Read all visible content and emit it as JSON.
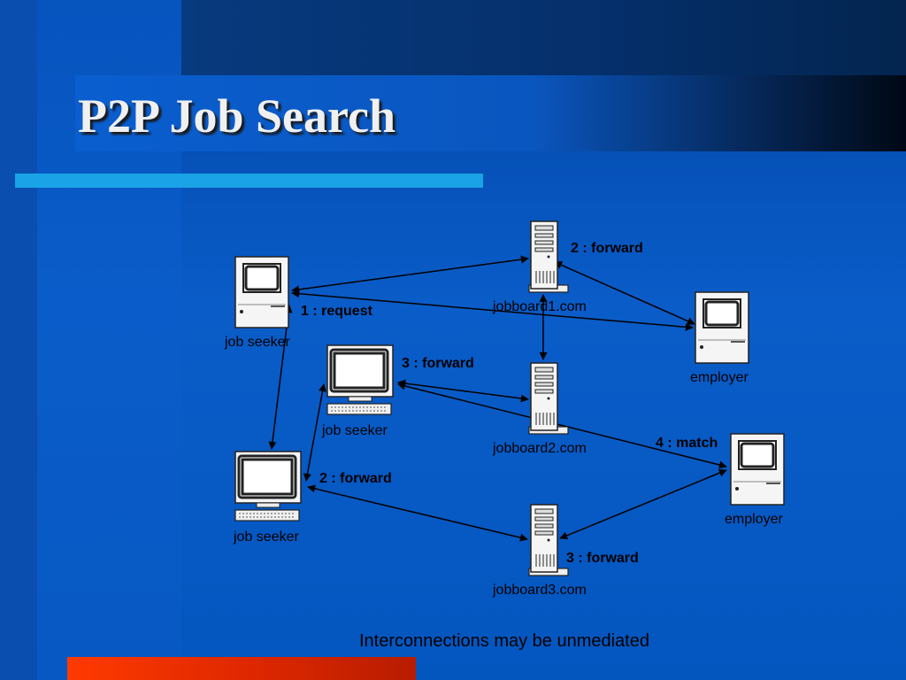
{
  "slide": {
    "title": "P2P Job Search",
    "caption": "Interconnections may be unmediated"
  },
  "nodes": {
    "seeker1": "job seeker",
    "seeker2": "job seeker",
    "seeker3": "job seeker",
    "board1": "jobboard1.com",
    "board2": "jobboard2.com",
    "board3": "jobboard3.com",
    "employer1": "employer",
    "employer2": "employer"
  },
  "edge_labels": {
    "request": "1 : request",
    "forward_a": "2 : forward",
    "forward_b": "3 : forward",
    "forward_c": "2 : forward",
    "forward_d": "3 : forward",
    "match": "4 : match"
  },
  "colors": {
    "background": "#0650b8",
    "accent_bar": "#1aa3e6",
    "bottom_bar": "#ff3a00"
  }
}
